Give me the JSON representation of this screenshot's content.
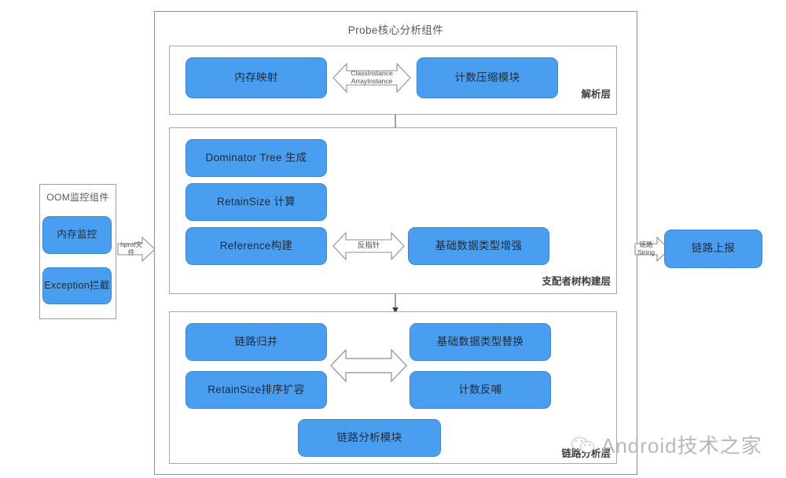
{
  "diagram": {
    "title": "Probe核心分析组件",
    "watermark": "Android技术之家",
    "watermark_icon": "wechat-icon",
    "accent_color": "#4a9ef0",
    "node_border_color": "#3c86cf",
    "panel_border_color": "#9d9d9d"
  },
  "oom_component": {
    "title": "OOM监控组件",
    "nodes": [
      {
        "label": "内存监控"
      },
      {
        "label": "Exception拦截"
      }
    ]
  },
  "connectors": {
    "hprof": "hprof文件",
    "class_instance": "ClassInstance\nArrayInstance",
    "back_pointer": "反指针",
    "chain_string": "链路String",
    "down_arrow_1": "",
    "down_arrow_2": "",
    "bottom_bidir": ""
  },
  "layers": [
    {
      "name": "解析层",
      "nodes": [
        {
          "label": "内存映射"
        },
        {
          "label": "计数压缩模块"
        }
      ]
    },
    {
      "name": "支配者树构建层",
      "nodes": [
        {
          "label": "Dominator Tree 生成"
        },
        {
          "label": "RetainSize 计算"
        },
        {
          "label": "Reference构建"
        },
        {
          "label": "基础数据类型增强"
        }
      ]
    },
    {
      "name": "链路分析层",
      "nodes": [
        {
          "label": "链路归并"
        },
        {
          "label": "RetainSize排序扩容"
        },
        {
          "label": "基础数据类型替换"
        },
        {
          "label": "计数反哺"
        },
        {
          "label": "链路分析模块"
        }
      ]
    }
  ],
  "report": {
    "label": "链路上报"
  }
}
